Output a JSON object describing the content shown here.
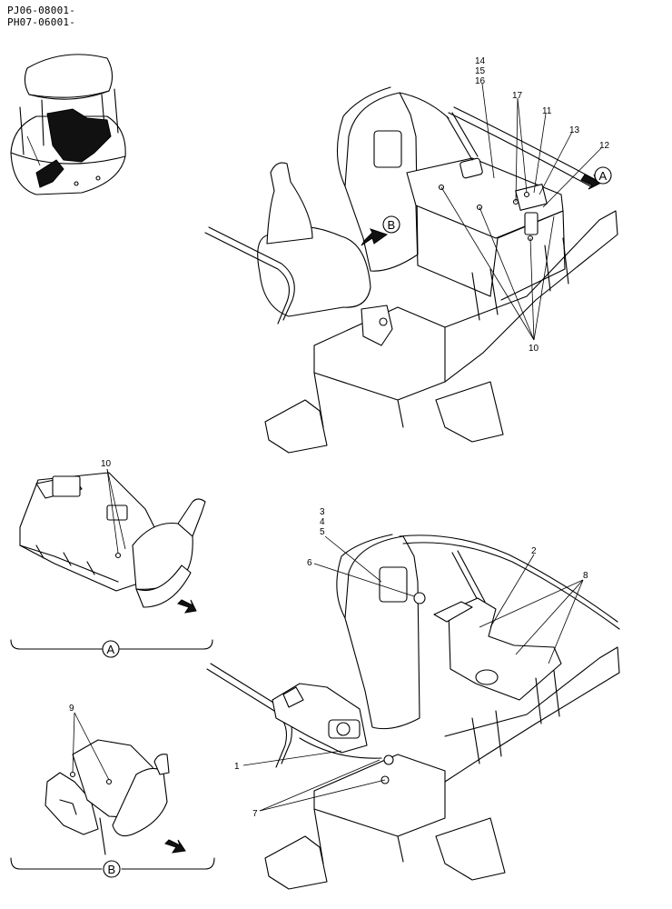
{
  "header": {
    "serial_line_1": "PJ06-08001-",
    "serial_line_2": "PH07-06001-"
  },
  "callouts": {
    "c1": "1",
    "c2": "2",
    "c3": "3",
    "c4": "4",
    "c5": "5",
    "c6": "6",
    "c7": "7",
    "c8": "8",
    "c9": "9",
    "c10_main": "10",
    "c10_view_a": "10",
    "c11": "11",
    "c12": "12",
    "c13": "13",
    "c14": "14",
    "c15": "15",
    "c16": "16",
    "c17": "17"
  },
  "view_markers": {
    "arrow_a_main": "A",
    "arrow_b_main": "B",
    "view_a_label": "A",
    "view_b_label": "B"
  }
}
